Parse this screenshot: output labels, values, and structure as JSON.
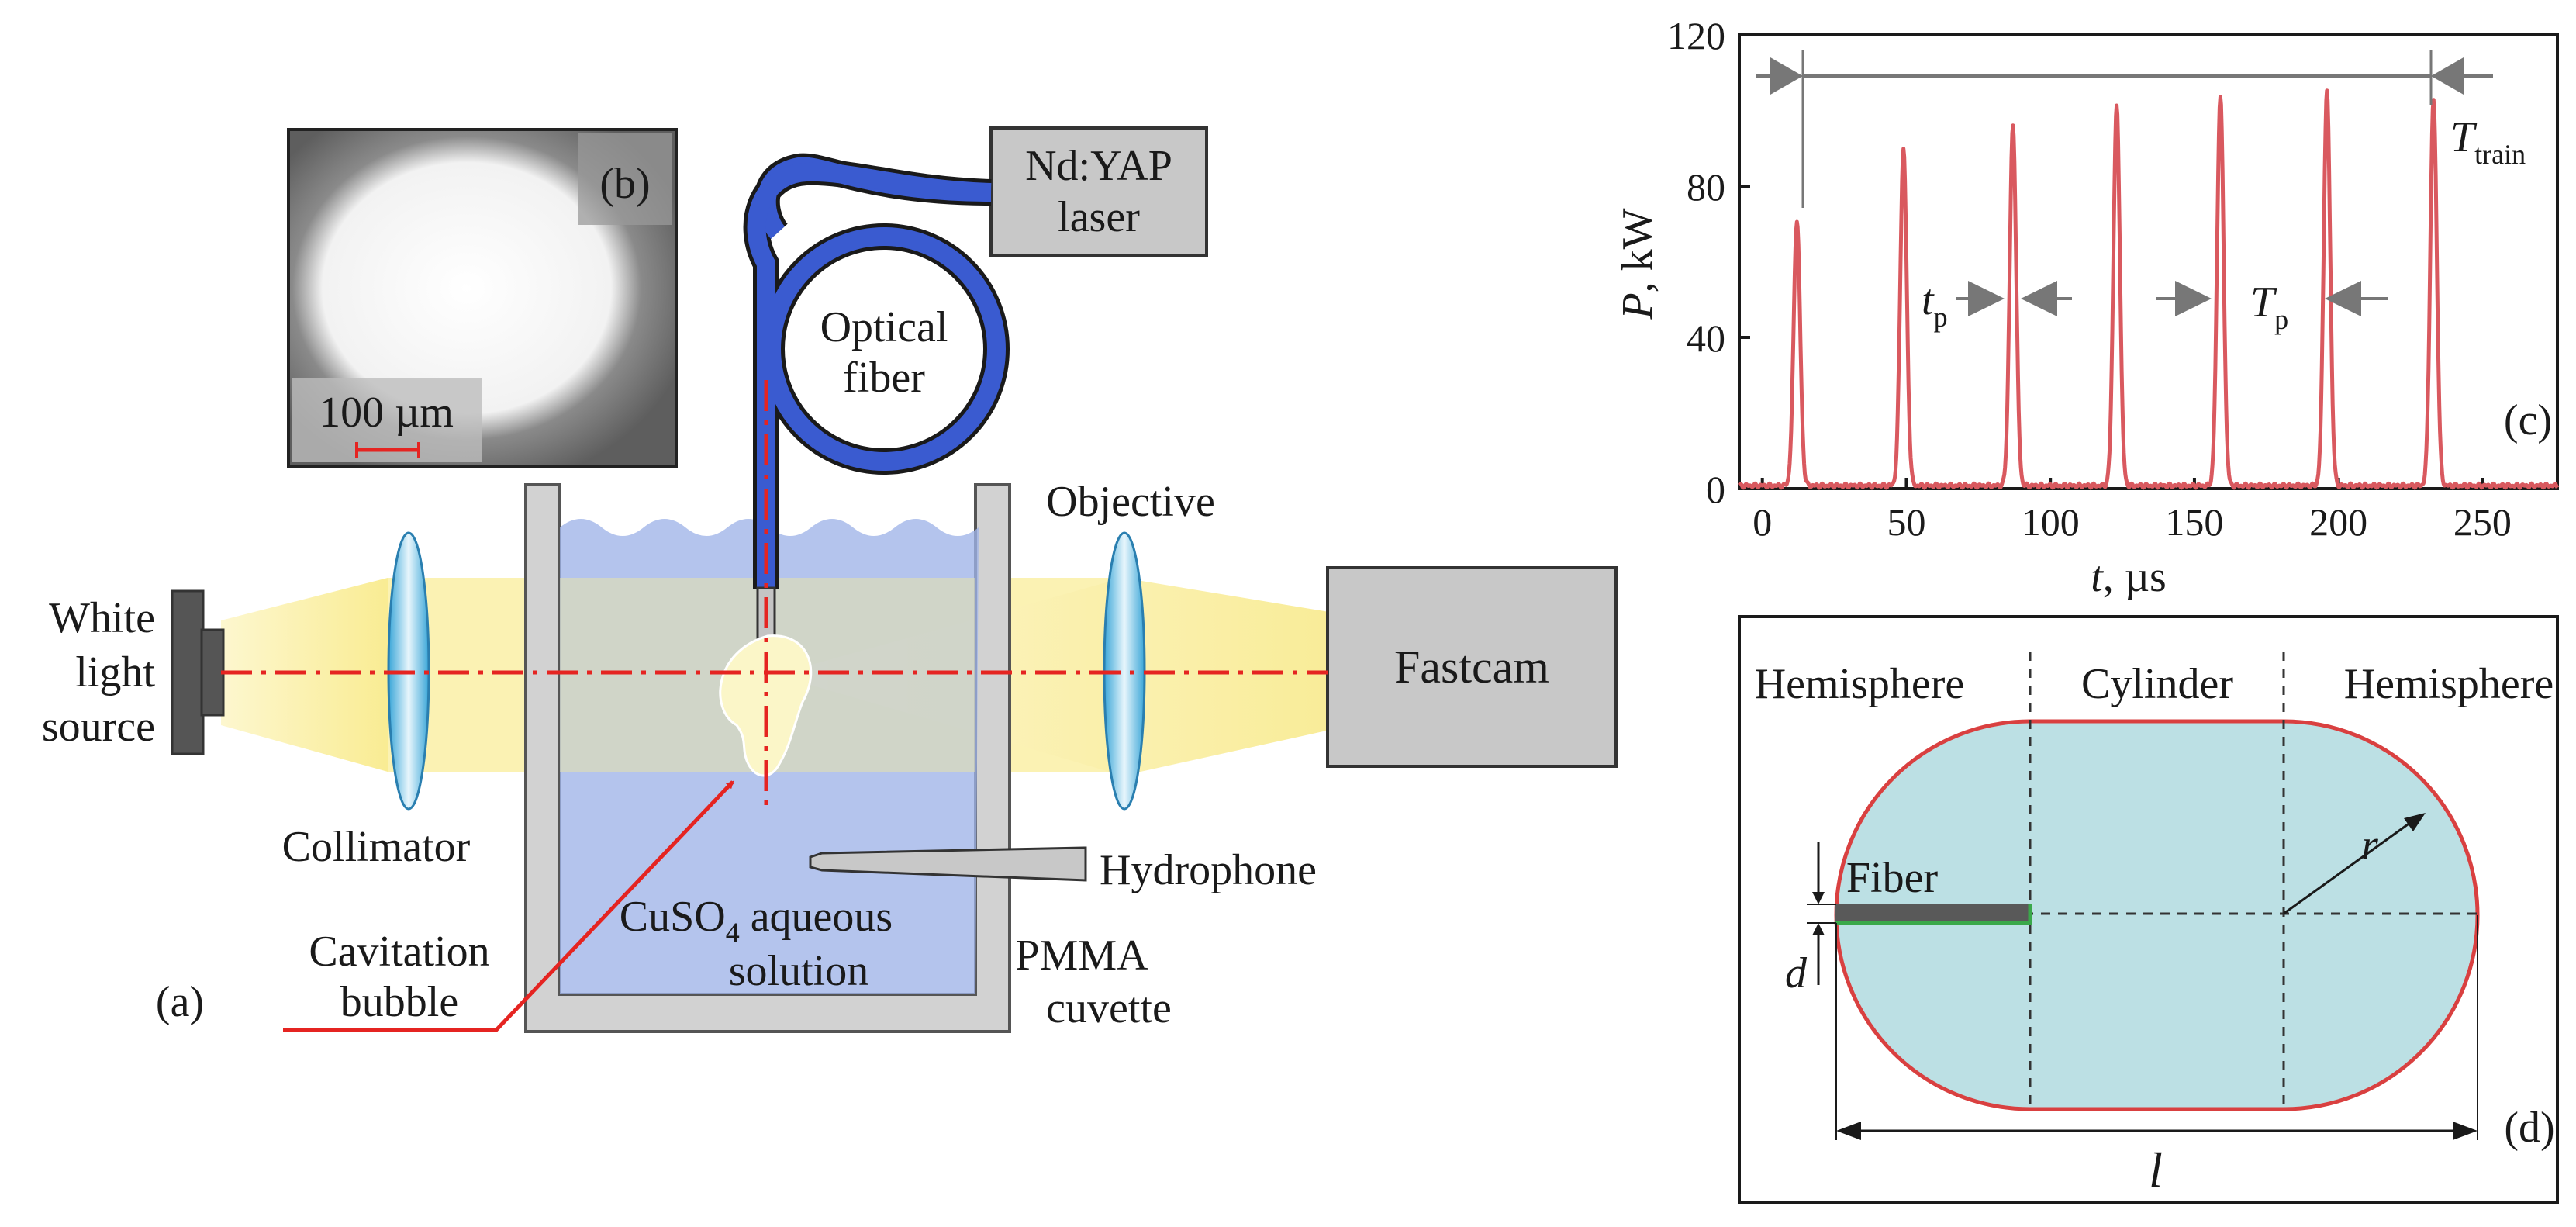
{
  "labels": {
    "panel_a": "(a)",
    "panel_b": "(b)",
    "panel_c": "(c)",
    "panel_d": "(d)",
    "scale_bar": "100 µm",
    "laser_line1": "Nd:YAP",
    "laser_line2": "laser",
    "fiber_line1": "Optical",
    "fiber_line2": "fiber",
    "objective": "Objective",
    "fastcam": "Fastcam",
    "white_line1": "White",
    "white_line2": "light",
    "white_line3": "source",
    "collimator": "Collimator",
    "cavitation_line1": "Cavitation",
    "cavitation_line2": "bubble",
    "solution_prefix": "CuSO",
    "solution_sub": "4",
    "solution_suffix": " aqueous",
    "solution_line2": "solution",
    "hydrophone": "Hydrophone",
    "pmma_line1": "PMMA",
    "pmma_line2": "cuvette",
    "hemisphere_left": "Hemisphere",
    "cylinder": "Cylinder",
    "hemisphere_right": "Hemisphere",
    "fiber_label": "Fiber",
    "dim_r": "r",
    "dim_d": "d",
    "dim_l": "l"
  },
  "chart_data": {
    "type": "line",
    "title": "",
    "xlabel_symbol": "t",
    "xlabel_unit": ", µs",
    "ylabel_symbol": "P",
    "ylabel_unit": ", kW",
    "xlim": [
      -8,
      276
    ],
    "ylim": [
      0,
      120
    ],
    "xticks": [
      0,
      50,
      100,
      150,
      200,
      250
    ],
    "yticks": [
      0,
      40,
      80,
      120
    ],
    "pulse_peaks": [
      {
        "t": 12,
        "p": 70
      },
      {
        "t": 49,
        "p": 89
      },
      {
        "t": 87,
        "p": 95
      },
      {
        "t": 123,
        "p": 100
      },
      {
        "t": 159,
        "p": 103
      },
      {
        "t": 196,
        "p": 104
      },
      {
        "t": 233,
        "p": 102
      }
    ],
    "series_color": "#d9595f",
    "annotations": {
      "t_train_symbol": "T",
      "t_train_sub": "train",
      "t_p_small_symbol": "t",
      "t_p_small_sub": "p",
      "T_p_symbol": "T",
      "T_p_sub": "p"
    }
  },
  "colors": {
    "laser_red": "#e52421",
    "fiber_blue": "#3a5bd0",
    "water": "#aebfe9",
    "cuvette_gray": "#d2d2d2",
    "light_yellow": "#fbf2b0",
    "capsule_fill": "#bce0e4",
    "capsule_stroke": "#d94040",
    "box_gray": "#c8c8c8"
  }
}
